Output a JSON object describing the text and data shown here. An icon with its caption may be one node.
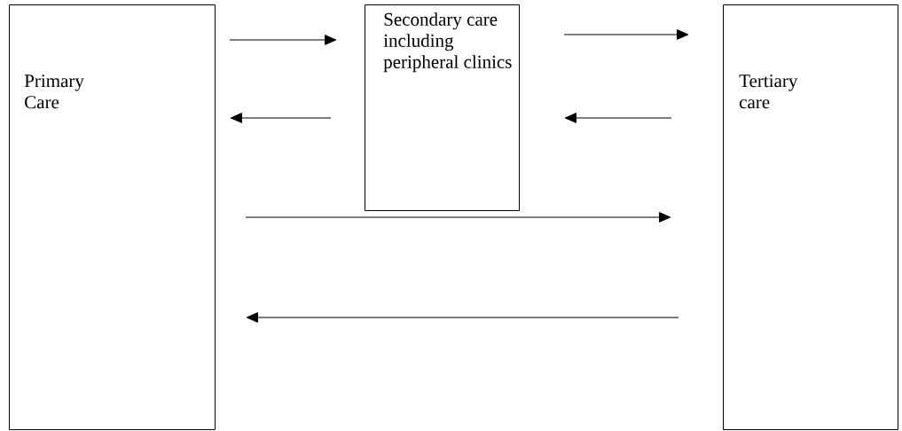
{
  "diagram": {
    "nodes": [
      {
        "text": [
          "Primary Care"
        ]
      },
      {
        "text": [
          "Secondary care including peripheral clinics"
        ]
      },
      {
        "text": [
          "Tertiary care"
        ]
      }
    ],
    "edges": [
      {
        "from": 0,
        "to": 1,
        "arrow": "to"
      },
      {
        "from": 1,
        "to": 0,
        "arrow": "to"
      },
      {
        "from": 1,
        "to": 2,
        "arrow": "to"
      },
      {
        "from": 2,
        "to": 1,
        "arrow": "to"
      },
      {
        "from": 0,
        "to": 2,
        "arrow": "to"
      },
      {
        "from": 2,
        "to": 0,
        "arrow": "to"
      }
    ]
  }
}
